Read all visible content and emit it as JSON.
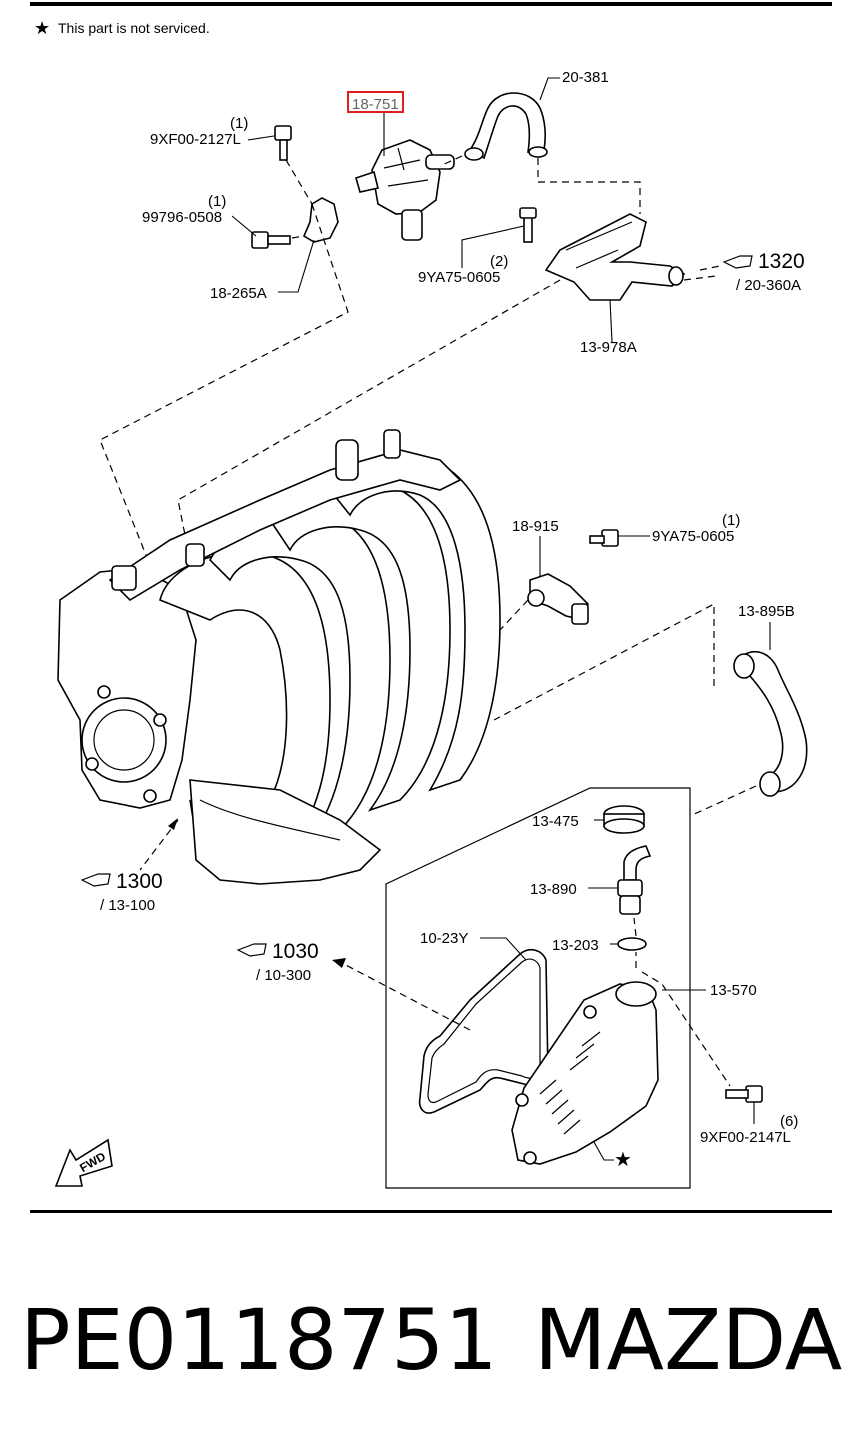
{
  "note": {
    "symbol": "★",
    "text": "This part is not serviced."
  },
  "highlight_color": "#e0201e",
  "callouts": {
    "c_20_381": "20-381",
    "c_18_751": "18-751",
    "c_9xf00_2127l_qty": "(1)",
    "c_9xf00_2127l": "9XF00-2127L",
    "c_99796_0508_qty": "(1)",
    "c_99796_0508": "99796-0508",
    "c_18_265a": "18-265A",
    "c_9ya75_0605_qty2": "(2)",
    "c_9ya75_0605_b": "9YA75-0605",
    "c_13_978a": "13-978A",
    "c_18_915": "18-915",
    "c_9ya75_0605_qty1": "(1)",
    "c_9ya75_0605_a": "9YA75-0605",
    "c_13_895b": "13-895B",
    "c_13_475": "13-475",
    "c_13_890": "13-890",
    "c_10_23y": "10-23Y",
    "c_13_203": "13-203",
    "c_13_570": "13-570",
    "c_9xf00_2147l_qty": "(6)",
    "c_9xf00_2147l": "9XF00-2147L",
    "star": "★"
  },
  "refs": [
    {
      "num": "1320",
      "sub": "/ 20-360A",
      "icon": "pointing-hand-icon"
    },
    {
      "num": "1300",
      "sub": "/ 13-100",
      "icon": "pointing-hand-icon"
    },
    {
      "num": "1030",
      "sub": "/ 10-300",
      "icon": "pointing-hand-icon"
    }
  ],
  "fwd_label": "FWD",
  "footer": {
    "part_number": "PE0118751",
    "brand": "MAZDA"
  }
}
